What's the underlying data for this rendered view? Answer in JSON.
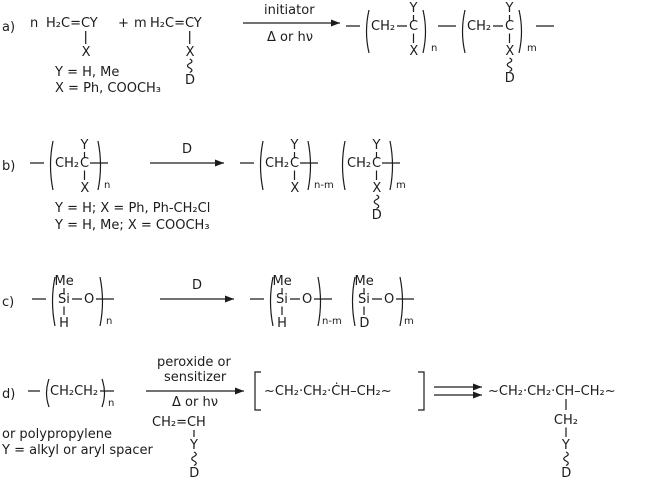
{
  "figure": {
    "background": "#ffffff",
    "ink": "#1c1c1c"
  },
  "labels": {
    "a": "a)",
    "b": "b)",
    "c": "c)",
    "d": "d)"
  },
  "tokens": {
    "n": "n",
    "m": "m",
    "n_minus_m": "n-m",
    "plus": "+",
    "monomer": "H₂C=CY",
    "ch2": "CH₂",
    "c": "C",
    "y": "Y",
    "x": "X",
    "d": "D",
    "si": "Si",
    "o": "O",
    "me": "Me",
    "h": "H",
    "ch2ch2": "CH₂CH₂",
    "vinyl": "CH₂=CH",
    "radical_chain": "~CH₂·CH₂·ĊH–CH₂~",
    "product_chain": "~CH₂·CH₂·CH–CH₂~"
  },
  "conditions": {
    "a_above": "initiator",
    "a_below": "Δ or hν",
    "b_above": "D",
    "c_above": "D",
    "d_above_1": "peroxide or",
    "d_above_2": "sensitizer",
    "d_below": "Δ or hν"
  },
  "legends": {
    "a_1": "Y = H, Me",
    "a_2": "X = Ph, COOCH₃",
    "b_1": "Y = H; X = Ph, Ph-CH₂Cl",
    "b_2": "Y = H, Me; X = COOCH₃",
    "d_1": "or polypropylene",
    "d_2": "Y = alkyl or aryl spacer"
  }
}
